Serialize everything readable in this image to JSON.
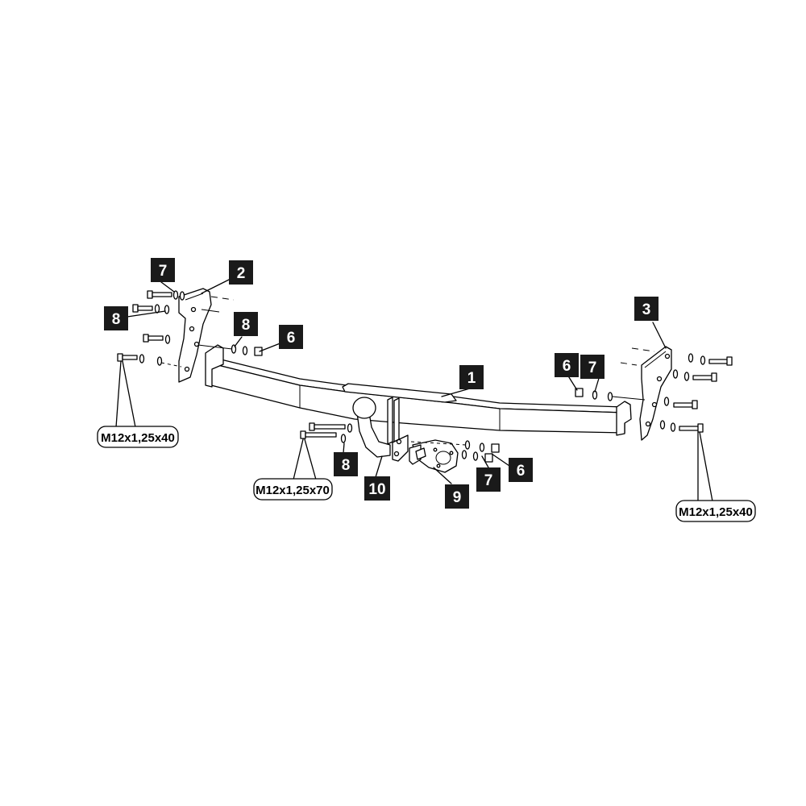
{
  "callouts": {
    "c1": "1",
    "c2": "2",
    "c3": "3",
    "c6a": "6",
    "c6b": "6",
    "c6c": "6",
    "c7a": "7",
    "c7b": "7",
    "c7c": "7",
    "c8a": "8",
    "c8b": "8",
    "c8c": "8",
    "c9": "9",
    "c10": "10"
  },
  "specs": {
    "left_bolt": "M12x1,25x40",
    "center_bolt": "M12x1,25x70",
    "right_bolt": "M12x1,25x40"
  },
  "colors": {
    "ink": "#000000",
    "tag_fill": "#1a1a1a",
    "background": "#ffffff"
  }
}
